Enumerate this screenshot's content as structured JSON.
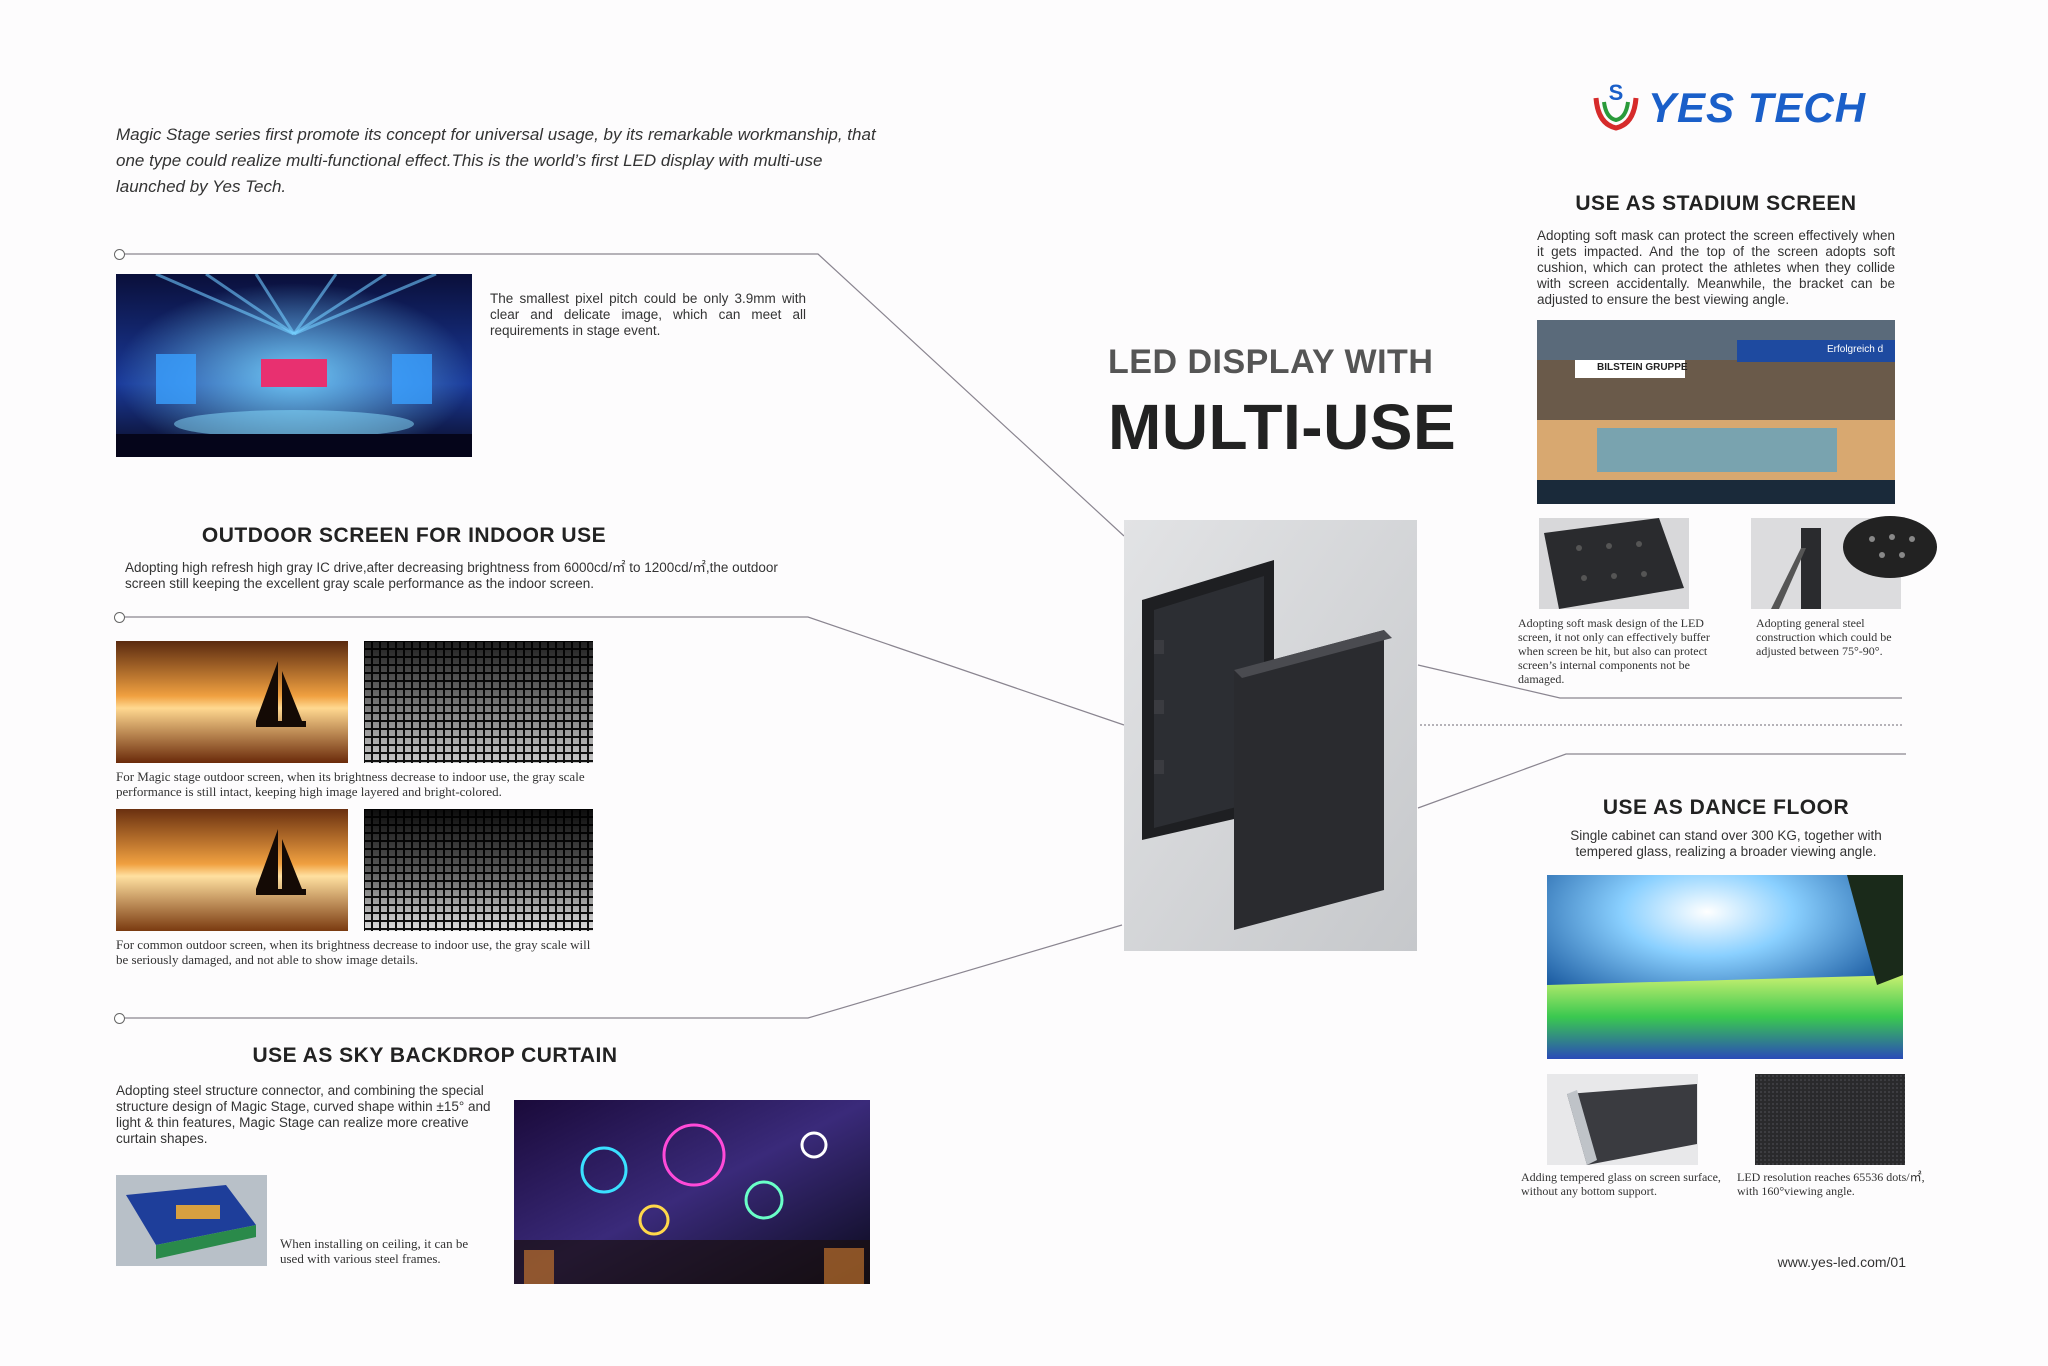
{
  "brand": {
    "logo_text": "YES TECH"
  },
  "intro": "Magic Stage series first promote its concept for universal usage, by its remarkable workmanship, that one type could realize multi-functional effect.This is the world’s first LED display with multi-use launched by Yes Tech.",
  "hero": {
    "title_line1": "LED DISPLAY WITH",
    "title_line2": "MULTI-USE"
  },
  "stage": {
    "text": "The smallest pixel pitch could be only 3.9mm with clear and delicate image, which can meet all requirements in stage event."
  },
  "outdoor": {
    "heading": "OUTDOOR SCREEN FOR INDOOR USE",
    "text": "Adopting high refresh high gray IC drive,after decreasing brightness from 6000cd/㎡ to 1200cd/㎡,the outdoor screen still keeping the excellent gray scale performance as the indoor screen.",
    "caption1": "For Magic stage outdoor screen, when its brightness decrease to indoor use, the gray scale performance is still intact, keeping high image layered and bright-colored.",
    "caption2": "For common outdoor screen, when its brightness decrease to indoor use, the gray scale will be seriously damaged, and not able to show image details."
  },
  "sky": {
    "heading": "USE AS SKY BACKDROP CURTAIN",
    "text": "Adopting steel structure connector, and combining the special structure design of Magic Stage, curved shape within ±15° and light & thin features, Magic Stage can realize more creative curtain shapes.",
    "caption": "When installing on ceiling, it can be used with various steel frames."
  },
  "stadium": {
    "heading": "USE AS STADIUM SCREEN",
    "text": "Adopting soft mask can protect the screen effectively when it gets impacted. And the top of the screen adopts soft cushion, which can protect the athletes when they collide with screen accidentally. Meanwhile, the bracket can be adjusted to ensure the best viewing angle.",
    "caption1": "Adopting soft mask design of the LED screen, it not only can effectively buffer when screen be hit, but also can protect screen’s internal components not be damaged.",
    "caption2": "Adopting general steel construction which could be adjusted between 75°-90°.",
    "banner1": "BILSTEIN GRUPPE",
    "banner2": "Erfolgreich d"
  },
  "dance": {
    "heading": "USE AS DANCE FLOOR",
    "text": "Single cabinet can stand over 300 KG, together with tempered glass, realizing a broader viewing angle.",
    "caption1": "Adding tempered glass on screen surface, without any bottom support.",
    "caption2": "LED resolution reaches 65536 dots/㎡, with 160°viewing angle."
  },
  "footer": {
    "url": "www.yes-led.com/01"
  },
  "colors": {
    "brand_blue": "#1a5fc9",
    "logo_red": "#d62b2b",
    "logo_green": "#2a9a3a",
    "line": "#8a8590"
  }
}
